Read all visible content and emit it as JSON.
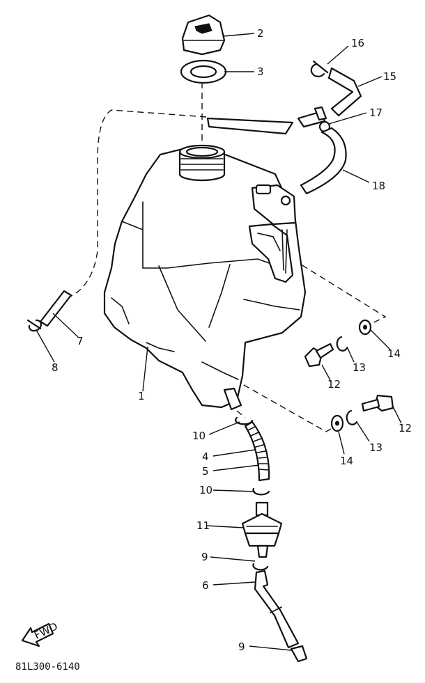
{
  "callouts": [
    "1",
    "2",
    "3",
    "4",
    "5",
    "6",
    "7",
    "8",
    "9",
    "9",
    "10",
    "10",
    "11",
    "12",
    "12",
    "13",
    "13",
    "14",
    "14",
    "15",
    "16",
    "17",
    "18"
  ],
  "fwd_label": "FWD",
  "diagram_code": "81L300-6140"
}
